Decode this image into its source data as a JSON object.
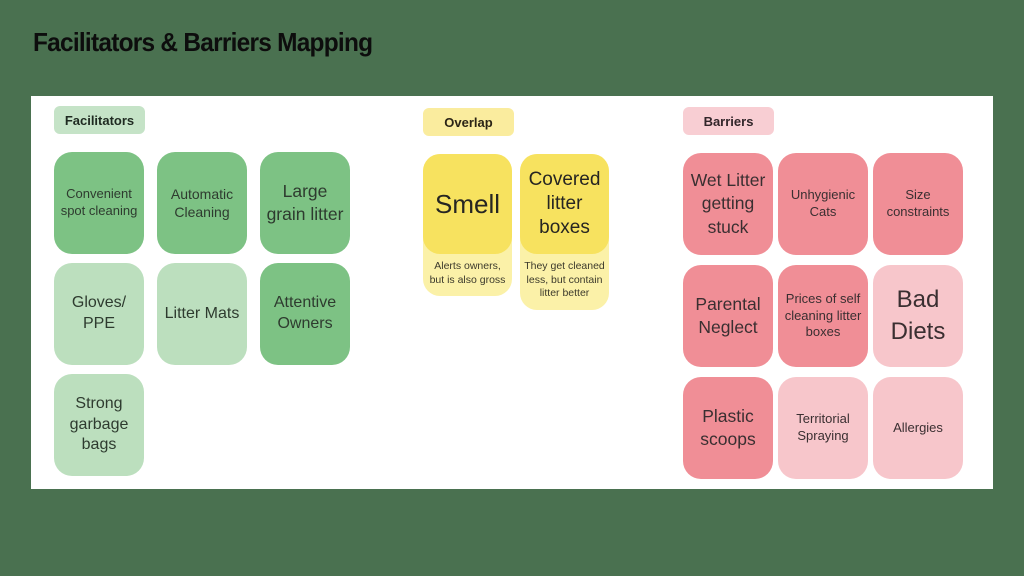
{
  "title": "Facilitators & Barriers Mapping",
  "colors": {
    "background": "#4A7150",
    "panel": "#FFFFFF",
    "green_tag": "#C5E3C7",
    "green_medium": "#7DC284",
    "green_light": "#BCDFBE",
    "yellow_tag": "#FAEC9E",
    "yellow": "#F7E25F",
    "yellow_light": "#FBF1A8",
    "pink_tag": "#F8CED3",
    "salmon": "#F08E96",
    "pink_light": "#F7C6CB"
  },
  "sections": {
    "facilitators": {
      "label": "Facilitators",
      "cards": [
        {
          "text": "Convenient spot cleaning",
          "tone": "green-medium",
          "size": "sm"
        },
        {
          "text": "Automatic Cleaning",
          "tone": "green-medium",
          "size": "md"
        },
        {
          "text": "Large grain litter",
          "tone": "green-medium",
          "size": "lg"
        },
        {
          "text": "Gloves/ PPE",
          "tone": "green-light",
          "size": "base"
        },
        {
          "text": "Litter Mats",
          "tone": "green-light",
          "size": "base"
        },
        {
          "text": "Attentive Owners",
          "tone": "green-medium",
          "size": "base"
        },
        {
          "text": "Strong garbage bags",
          "tone": "green-light",
          "size": "base"
        }
      ]
    },
    "overlap": {
      "label": "Overlap",
      "cards": [
        {
          "title": "Smell",
          "note": "Alerts owners, but is also gross",
          "size": "xxl"
        },
        {
          "title": "Covered litter boxes",
          "note": "They get cleaned less, but contain litter better",
          "size": "xl"
        }
      ]
    },
    "barriers": {
      "label": "Barriers",
      "cards": [
        {
          "text": "Wet Litter getting stuck",
          "tone": "salmon",
          "size": "lg"
        },
        {
          "text": "Unhygienic Cats",
          "tone": "salmon",
          "size": "sm"
        },
        {
          "text": "Size constraints",
          "tone": "salmon",
          "size": "sm"
        },
        {
          "text": "Parental Neglect",
          "tone": "salmon",
          "size": "lg"
        },
        {
          "text": "Prices of self cleaning litter boxes",
          "tone": "salmon",
          "size": "sm"
        },
        {
          "text": "Bad Diets",
          "tone": "pink-light",
          "size": "xl"
        },
        {
          "text": "Plastic scoops",
          "tone": "salmon",
          "size": "lg"
        },
        {
          "text": "Territorial Spraying",
          "tone": "pink-light",
          "size": "sm"
        },
        {
          "text": "Allergies",
          "tone": "pink-light",
          "size": "sm"
        }
      ]
    }
  }
}
